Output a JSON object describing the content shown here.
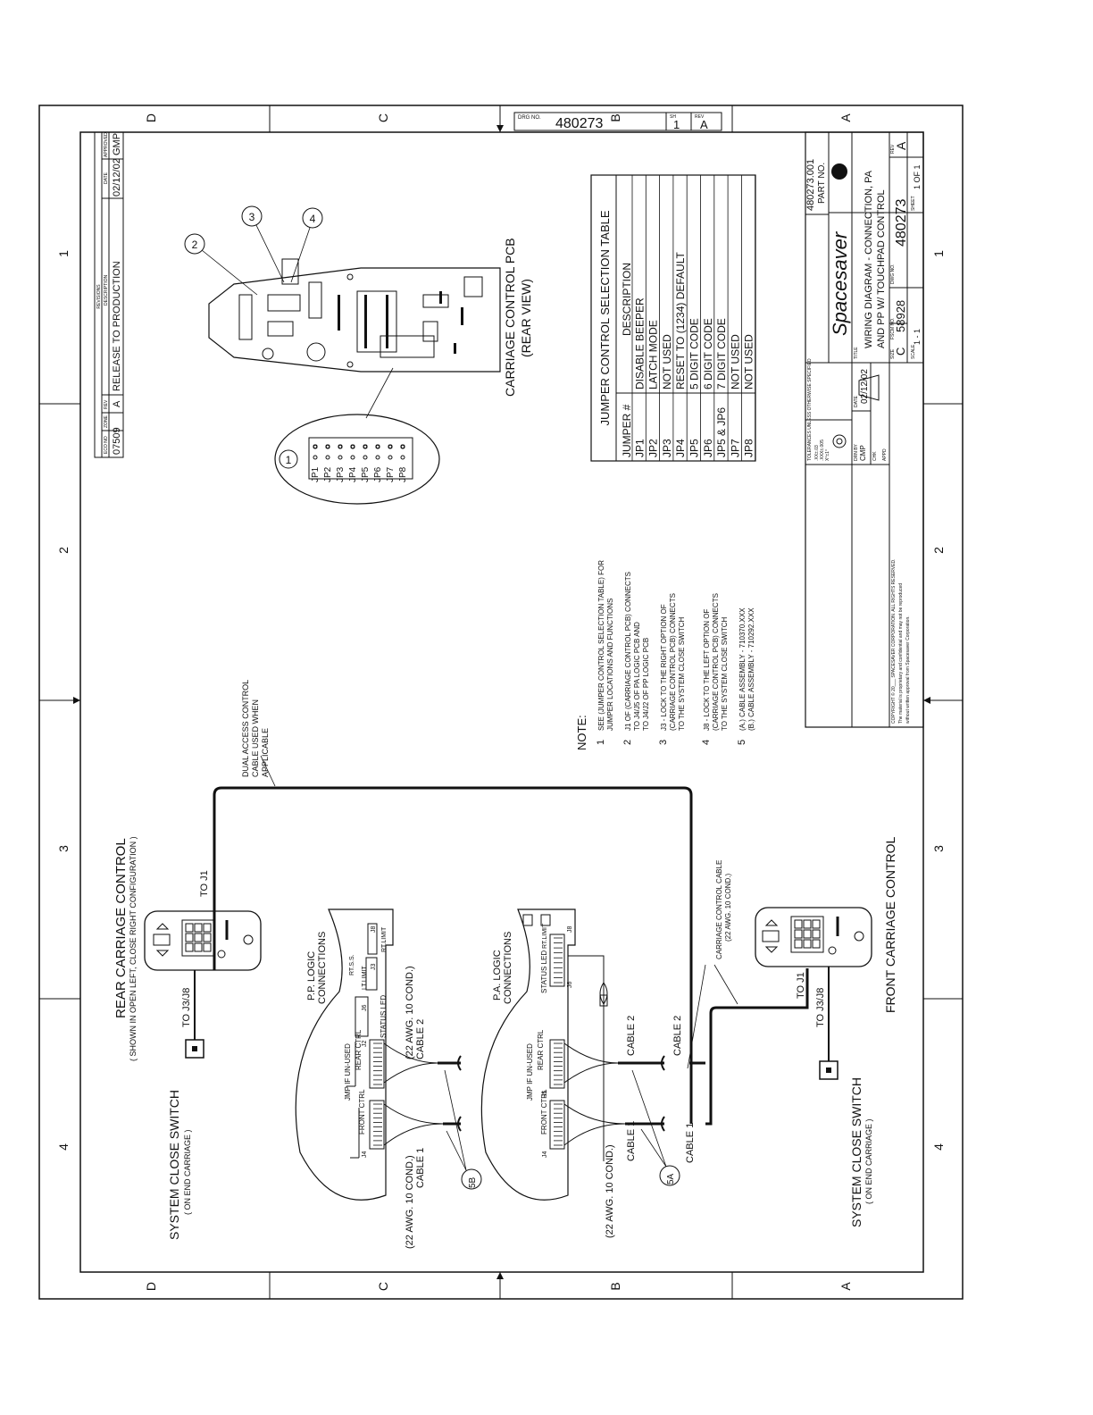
{
  "drawing": {
    "drg_no_label": "DRG NO.",
    "drg_no": "480273",
    "sh_label": "SH",
    "sheet_no": "1",
    "rev_label": "REV",
    "rev": "A"
  },
  "zones": {
    "rows": [
      "D",
      "C",
      "B",
      "A"
    ],
    "cols": [
      "1",
      "2",
      "3",
      "4"
    ]
  },
  "revisions": {
    "title": "REVISIONS",
    "headers": [
      "ECO NO",
      "ZONE",
      "REV",
      "DESCRIPTION",
      "DATE",
      "APPROVED"
    ],
    "row": [
      "07509",
      "",
      "A",
      "RELEASE TO PRODUCTION",
      "02/12/02",
      "GMP"
    ]
  },
  "pcb": {
    "title": "CARRIAGE CONTROL PCB",
    "subtitle": "(REAR VIEW)",
    "callouts": [
      "1",
      "2",
      "3",
      "4"
    ],
    "jumpers": [
      "JP1",
      "JP2",
      "JP3",
      "JP4",
      "JP5",
      "JP6",
      "JP7",
      "JP8"
    ]
  },
  "jumper_table": {
    "title": "JUMPER CONTROL SELECTION TABLE",
    "headers": [
      "JUMPER #",
      "DESCRIPTION"
    ],
    "rows": [
      [
        "JP1",
        "DISABLE BEEPER"
      ],
      [
        "JP2",
        "LATCH MODE"
      ],
      [
        "JP3",
        "NOT USED"
      ],
      [
        "JP4",
        "RESET TO (1234) DEFAULT"
      ],
      [
        "JP5",
        "5 DIGIT CODE"
      ],
      [
        "JP6",
        "6 DIGIT CODE"
      ],
      [
        "JP5 & JP6",
        "7 DIGIT CODE"
      ],
      [
        "JP7",
        "NOT USED"
      ],
      [
        "JP8",
        "NOT USED"
      ]
    ]
  },
  "notes": {
    "title": "NOTE:",
    "items": [
      {
        "num": "1",
        "lines": [
          "SEE (JUMPER CONTROL SELECTION TABLE) FOR",
          "JUMPER LOCATIONS AND FUNCTIONS"
        ]
      },
      {
        "num": "2",
        "lines": [
          "J1 OF (CARRIAGE CONTROL PCB) CONNECTS",
          "TO J4/J5 OF PA LOGIC PCB AND",
          "TO J4/J2 OF PP LOGIC PCB"
        ]
      },
      {
        "num": "3",
        "lines": [
          "J3 - LOCK TO THE RIGHT OPTION OF",
          "(CARRIAGE CONTROL PCB) CONNECTS",
          "TO THE SYSTEM CLOSE SWITCH"
        ]
      },
      {
        "num": "4",
        "lines": [
          "J8 - LOCK TO THE LEFT OPTION OF",
          "(CARRIAGE CONTROL PCB) CONNECTS",
          "TO THE SYSTEM CLOSE SWITCH"
        ]
      },
      {
        "num": "5",
        "lines": [
          "(A.)  CABLE ASSEMBLY - 710370.XXX",
          "(B.)  CABLE ASSEMBLY - 710292.XXX"
        ]
      }
    ]
  },
  "title_block": {
    "part_no": "480273.001",
    "part_no_label": "PART NO.",
    "logo": "Spacesaver",
    "title_label": "TITLE",
    "title_line1": "WIRING DIAGRAM - CONNECTION, PA",
    "title_line2": "AND PP W/ TOUCHPAD CONTROL",
    "size_label": "SIZE",
    "size": "C",
    "fscm_label": "FSCM NO.",
    "fscm": "58928",
    "dwg_no_label": "DWG NO.",
    "dwg_no": "480273",
    "rev_label": "REV",
    "rev": "A",
    "scale_label": "SCALE",
    "scale": "1 - 1",
    "sheet_label": "SHEET",
    "sheet": "1 OF 1",
    "tolerances": [
      "TOLERANCES UNLESS OTHERWISE SPECIFIED",
      ".XX±.03",
      ".XXX±.005",
      "X°±1°"
    ],
    "drn_by_label": "DRN BY",
    "drn_by": "CMP",
    "chk_label": "CHK",
    "appd_label": "APPD",
    "date_label": "DATE",
    "date": "02/12/02",
    "copyright": [
      "COPYRIGHT © 20___ SPACESAVER CORPORATION. ALL RIGHTS RESERVED.",
      "The material is proprietary and confidential and may not be reproduced",
      "without written approval from Spacesaver Corporation."
    ]
  },
  "diagram": {
    "dual_access": [
      "DUAL ACCESS CONTROL",
      "CABLE USED WHEN",
      "APPLICABLE"
    ],
    "rear_control": "REAR CARRIAGE CONTROL",
    "rear_control_sub": "( SHOWN IN OPEN LEFT, CLOSE RIGHT CONFIGURATION )",
    "front_control": "FRONT CARRIAGE CONTROL",
    "to_j1": "TO J1",
    "to_j3j8": "TO J3/J8",
    "system_close": "SYSTEM CLOSE SWITCH",
    "system_close_sub": "( ON END CARRIAGE )",
    "pp_logic": [
      "P.P. LOGIC",
      "CONNECTIONS"
    ],
    "pa_logic": [
      "P.A. LOGIC",
      "CONNECTIONS"
    ],
    "cable1": "CABLE 1",
    "cable2": "CABLE 2",
    "awg": "(22 AWG. 10 COND.)",
    "carriage_cable": [
      "CARRIAGE CONTROL CABLE",
      "(22 AWG. 10 COND.)"
    ],
    "callout_5a": "5A",
    "callout_5b": "5B",
    "front_ctrl": "FRONT CTRL",
    "rear_ctrl": "REAR CTRL",
    "jmp_if": "JMP IF UN-USED",
    "status_led": "STATUS LED",
    "rt_limit": "RT.LIMIT",
    "lt_limit": "LT.LIMIT",
    "rt_ss": "RT.S.S.",
    "conn": {
      "j4": "J4",
      "j2": "J2",
      "j5": "J5",
      "j6": "J6",
      "j8": "J8",
      "j3": "J3"
    }
  }
}
